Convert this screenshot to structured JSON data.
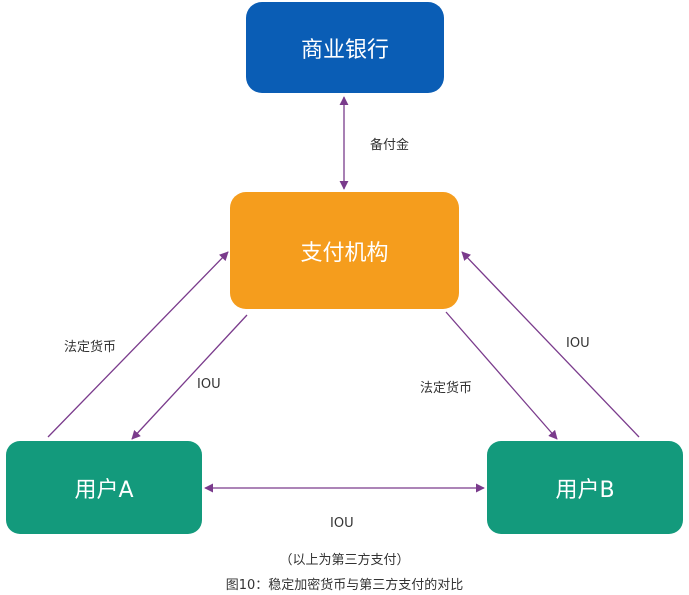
{
  "nodes": {
    "bank": "商业银行",
    "payment_institution": "支付机构",
    "user_a": "用户A",
    "user_b": "用户B"
  },
  "edges": {
    "bank_payment": "备付金",
    "usera_to_payment": "法定货币",
    "payment_to_usera": "IOU",
    "payment_to_userb": "法定货币",
    "userb_to_payment": "IOU",
    "usera_userb": "IOU"
  },
  "note": "（以上为第三方支付）",
  "caption": "图10：稳定加密货币与第三方支付的对比",
  "colors": {
    "bank": "#0a5db5",
    "payment_institution": "#f59d1d",
    "users": "#139a7c",
    "arrows": "#7a3b8c"
  }
}
